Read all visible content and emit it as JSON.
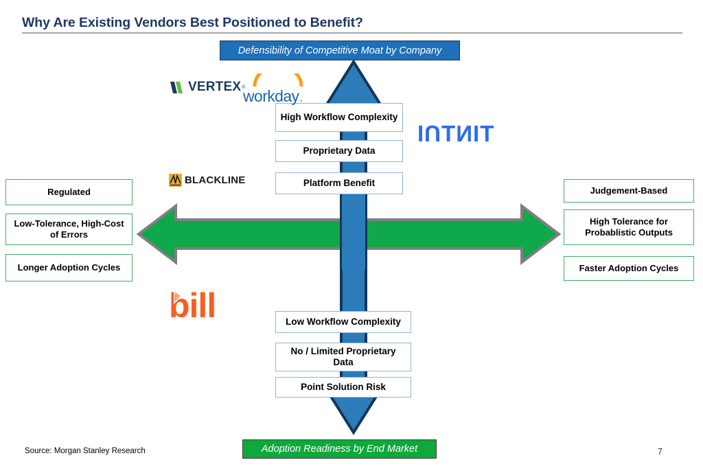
{
  "slide": {
    "title": "Why Are Existing Vendors Best Positioned to Benefit?",
    "page_number": "7",
    "source": "Source: Morgan Stanley Research",
    "title_color": "#1F3864",
    "rule_color": "#A6A6A6"
  },
  "banners": {
    "top": {
      "label": "Defensibility of Competitive Moat by Company",
      "fill": "#1F70B8",
      "border": "#17375E",
      "text_color": "#FFFFFF"
    },
    "bottom": {
      "label": "Adoption Readiness by End Market",
      "fill": "#0FA83C",
      "border": "#3F3F3F",
      "text_color": "#FFFFFF"
    }
  },
  "axes": {
    "vertical": {
      "name": "defensibility-axis",
      "fill": "#2B7CB9",
      "outline": "#12365B",
      "direction": "double-vertical"
    },
    "horizontal": {
      "name": "adoption-readiness-axis",
      "fill": "#0FA84A",
      "outline": "#7F7F7F",
      "direction": "double-horizontal"
    }
  },
  "center_top_boxes": [
    {
      "label": "High Workflow Complexity"
    },
    {
      "label": "Proprietary Data"
    },
    {
      "label": "Platform Benefit"
    }
  ],
  "center_bottom_boxes": [
    {
      "label": "Low Workflow Complexity"
    },
    {
      "label": "No / Limited Proprietary Data"
    },
    {
      "label": "Point Solution Risk"
    }
  ],
  "left_boxes": [
    {
      "label": "Regulated"
    },
    {
      "label": "Low-Tolerance, High-Cost of Errors"
    },
    {
      "label": "Longer Adoption Cycles"
    }
  ],
  "right_boxes": [
    {
      "label": "Judgement-Based"
    },
    {
      "label": "High Tolerance for Probablistic Outputs"
    },
    {
      "label": "Faster Adoption Cycles"
    }
  ],
  "box_styles": {
    "center_border": "#8FB4D9",
    "side_border": "#3FAE63"
  },
  "logos": [
    {
      "name": "vertex-logo",
      "text": "VERTEX",
      "color": "#1B3A5C",
      "accent": "#62BB46"
    },
    {
      "name": "workday-logo",
      "text": "workday",
      "color": "#1C65A8",
      "accent": "#F5A11B"
    },
    {
      "name": "intuit-logo",
      "text": "INTUIT",
      "color": "#2C6EE8"
    },
    {
      "name": "blackline-logo",
      "text": "BLACKLINE",
      "color": "#1A1A1A",
      "accent": "#E8A833"
    },
    {
      "name": "bill-logo",
      "text": "bill",
      "color": "#FA5D1F"
    }
  ]
}
